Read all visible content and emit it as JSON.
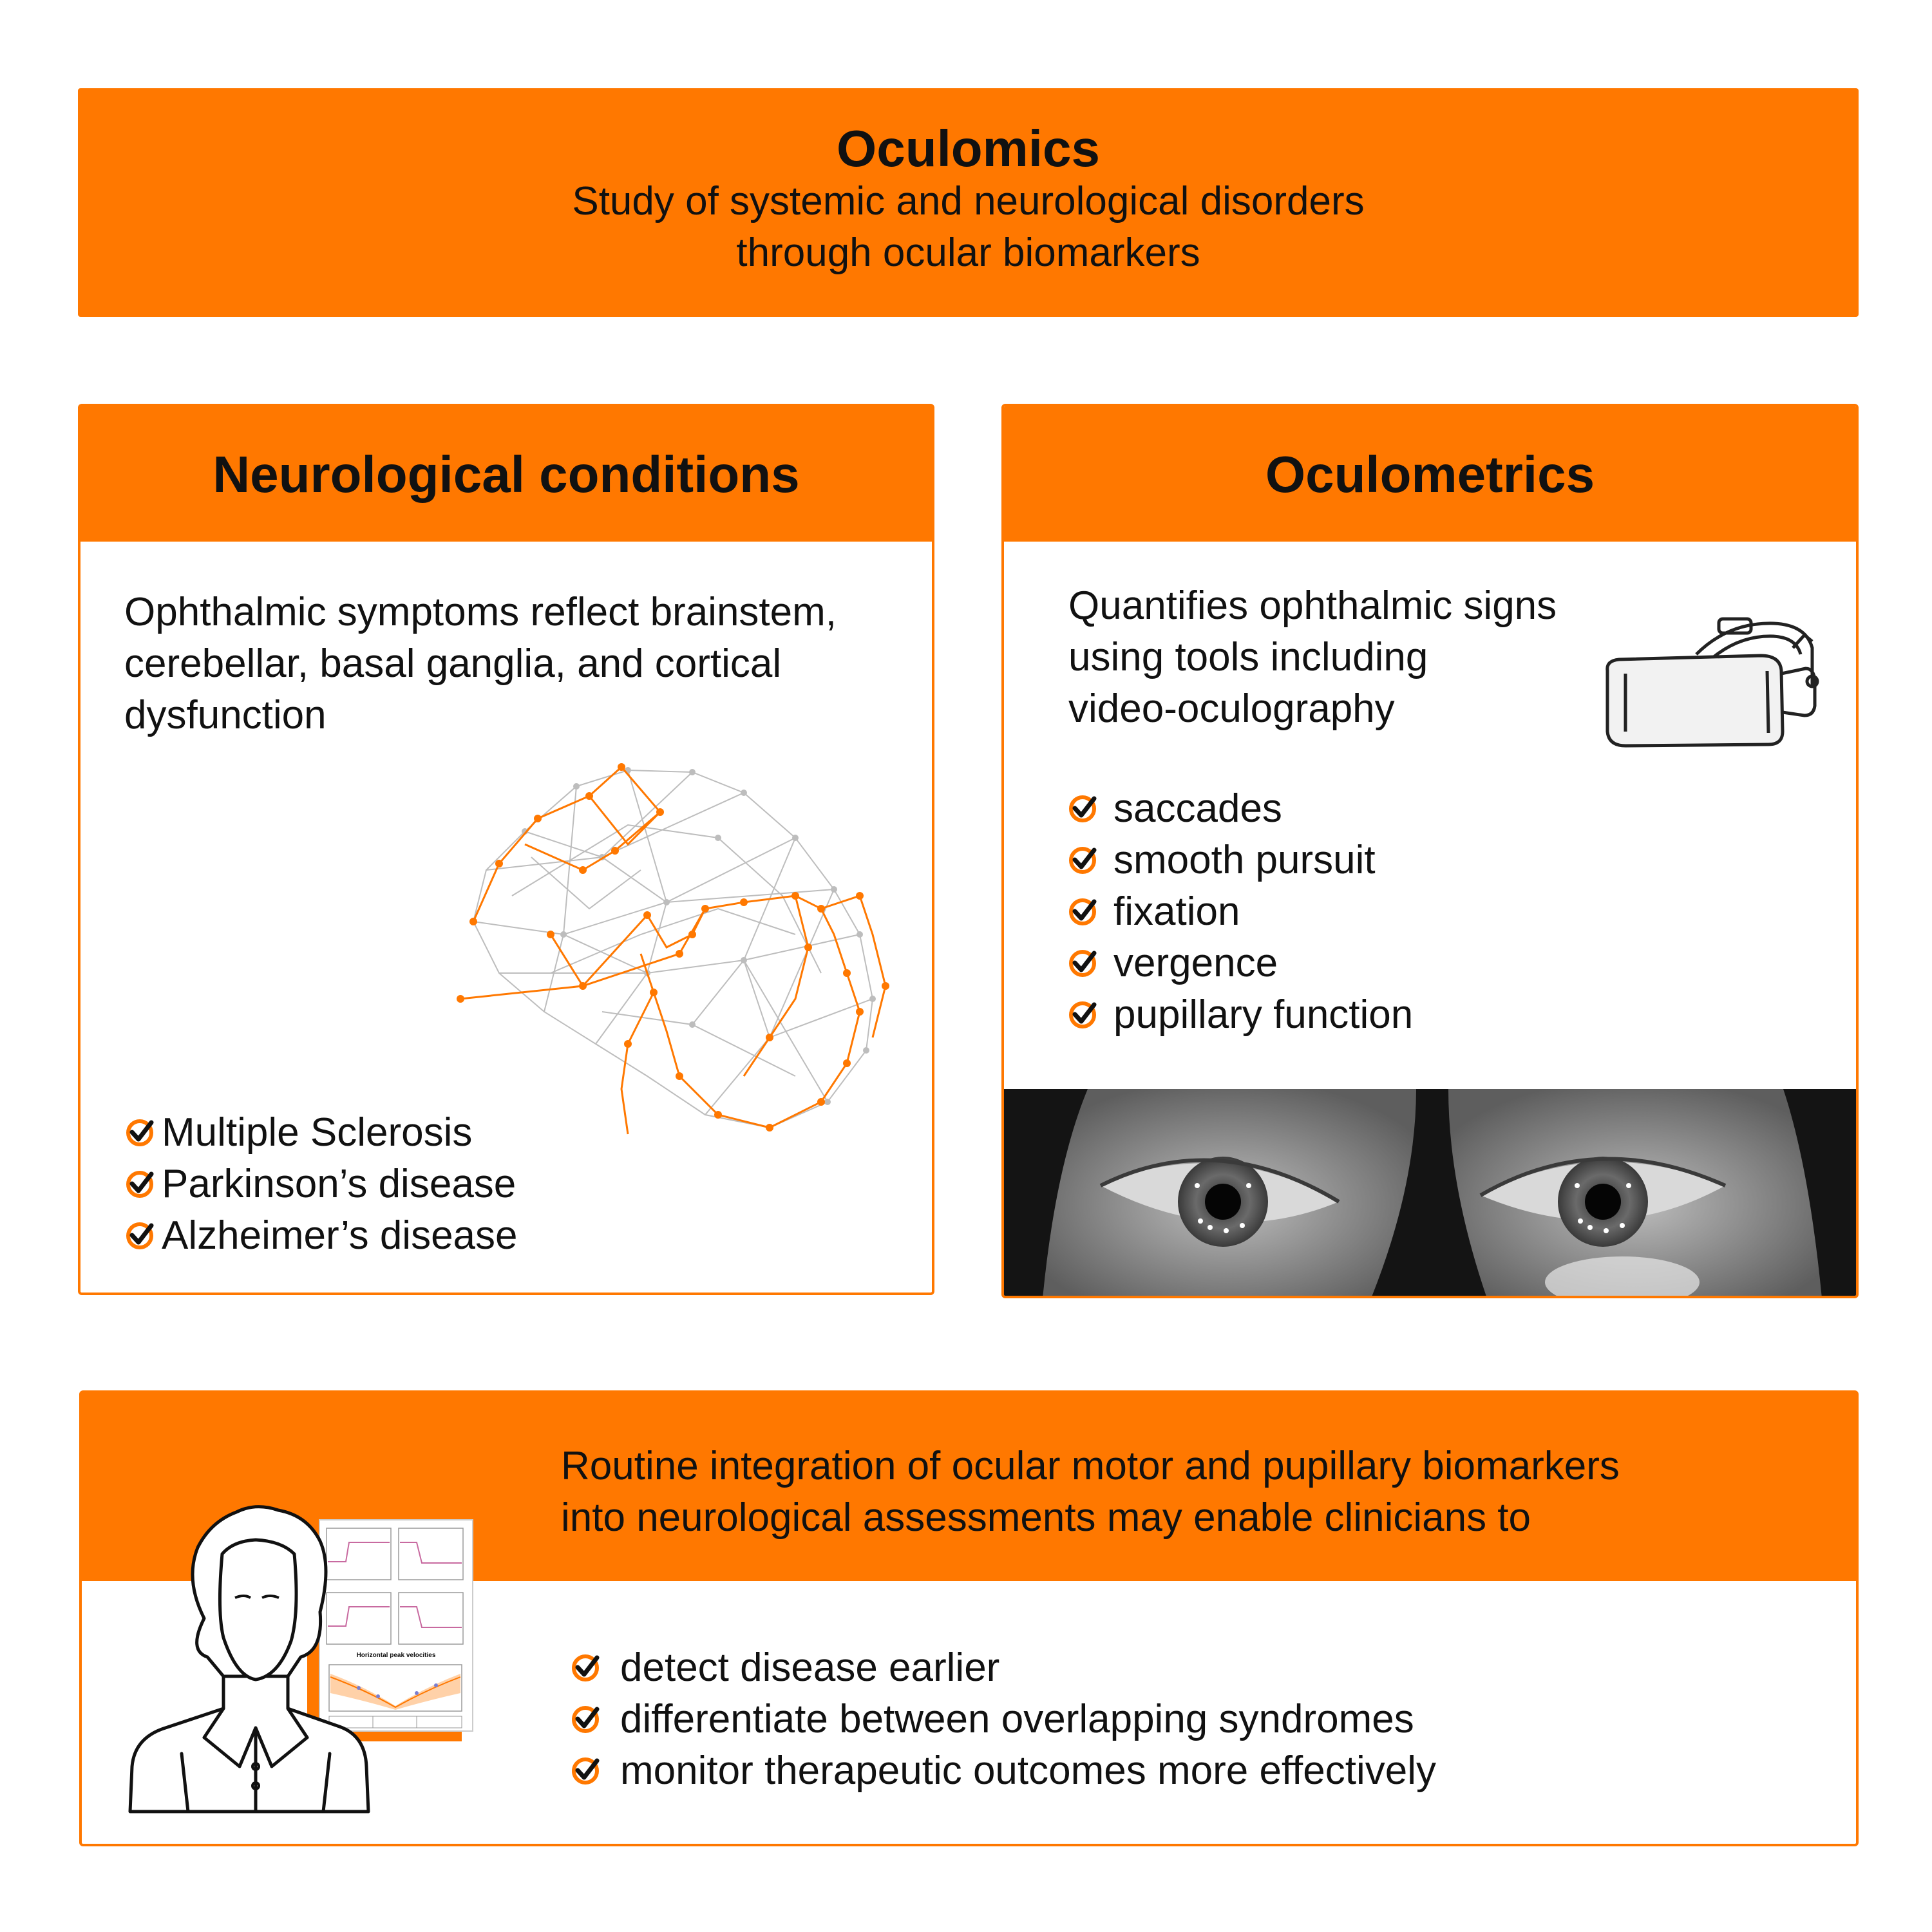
{
  "colors": {
    "accent": "#FF7800",
    "text": "#111111",
    "brain_gray": "#BFBFBF"
  },
  "header": {
    "title": "Oculomics",
    "subtitle_line1": "Study of systemic and neurological disorders",
    "subtitle_line2": "through ocular biomarkers"
  },
  "neuro_panel": {
    "title": "Neurological conditions",
    "description_lines": [
      "Ophthalmic symptoms reflect brainstem,",
      "cerebellar, basal ganglia, and cortical",
      "dysfunction"
    ],
    "conditions": [
      "Multiple Sclerosis",
      "Parkinson’s disease",
      "Alzheimer’s disease"
    ],
    "icon": "brain-network-icon"
  },
  "oculometrics_panel": {
    "title": "Oculometrics",
    "description_lines": [
      "Quantifies ophthalmic signs",
      "using tools including",
      "video-oculography"
    ],
    "measures": [
      "saccades",
      "smooth pursuit",
      "fixation",
      "vergence",
      "pupillary function"
    ],
    "icons": [
      "vr-headset-icon",
      "eye-photo-icon"
    ]
  },
  "integration_panel": {
    "intro_lines": [
      "Routine integration of ocular motor and pupillary biomarkers",
      "into neurological assessments may enable clinicians to"
    ],
    "benefits": [
      "detect disease earlier",
      "differentiate between overlapping syndromes",
      "monitor therapeutic outcomes more effectively"
    ],
    "report_title": "Horizontal peak velocities",
    "icons": [
      "clinician-icon",
      "report-icon"
    ]
  }
}
